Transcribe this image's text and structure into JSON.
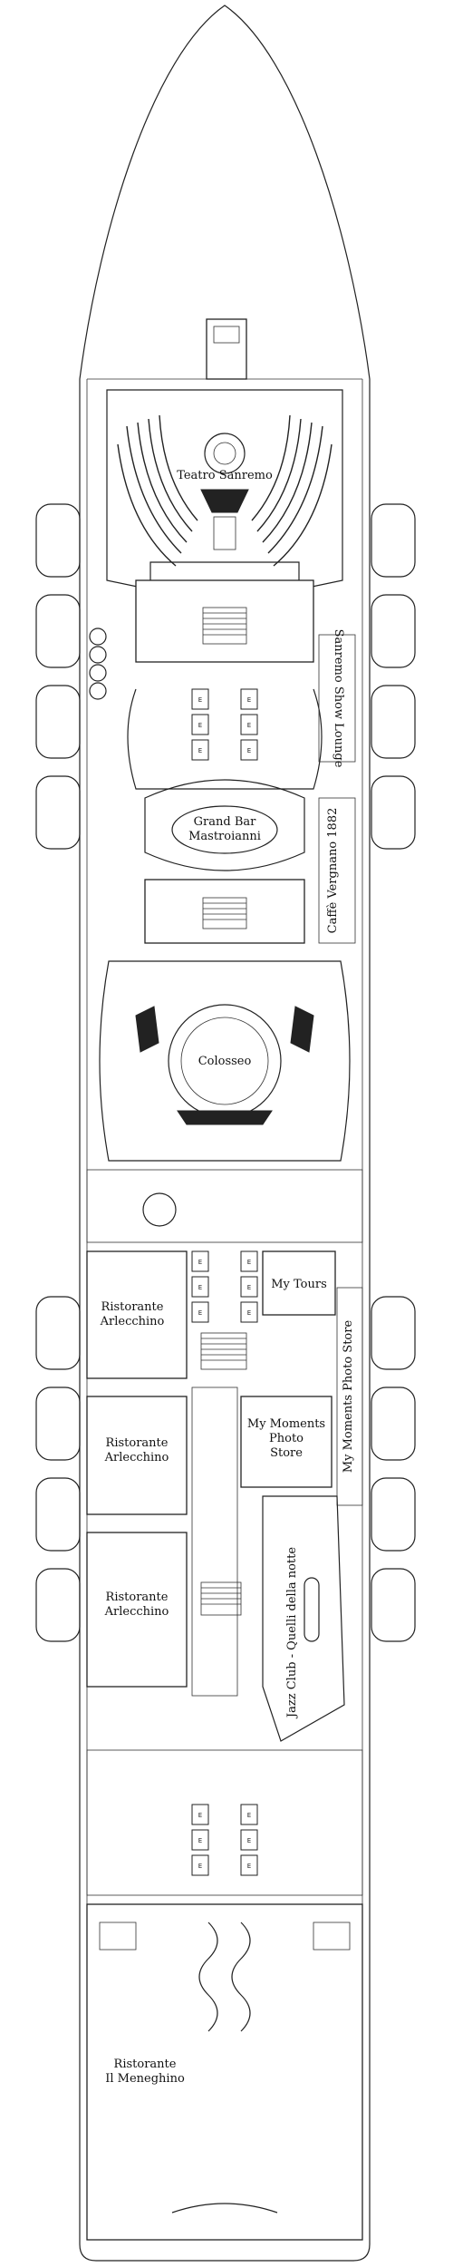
{
  "deck": {
    "labels": {
      "teatro": "Teatro Sanremo",
      "show_lounge": "Sanremo Show Lounge",
      "grand_bar_1": "Grand Bar",
      "grand_bar_2": "Mastroianni",
      "caffe": "Caffè Vergnano 1882",
      "colosseo": "Colosseo",
      "my_tours": "My Tours",
      "arlecchino_a_1": "Ristorante",
      "arlecchino_a_2": "Arlecchino",
      "photo_store_side": "My Moments Photo Store",
      "photo_store_1": "My Moments",
      "photo_store_2": "Photo",
      "photo_store_3": "Store",
      "arlecchino_b_1": "Ristorante",
      "arlecchino_b_2": "Arlecchino",
      "arlecchino_c_1": "Ristorante",
      "arlecchino_c_2": "Arlecchino",
      "jazz_club": "Jazz Club - Quelli della notte",
      "meneghino_1": "Ristorante",
      "meneghino_2": "Il Meneghino"
    },
    "elevator_glyph": "E"
  }
}
